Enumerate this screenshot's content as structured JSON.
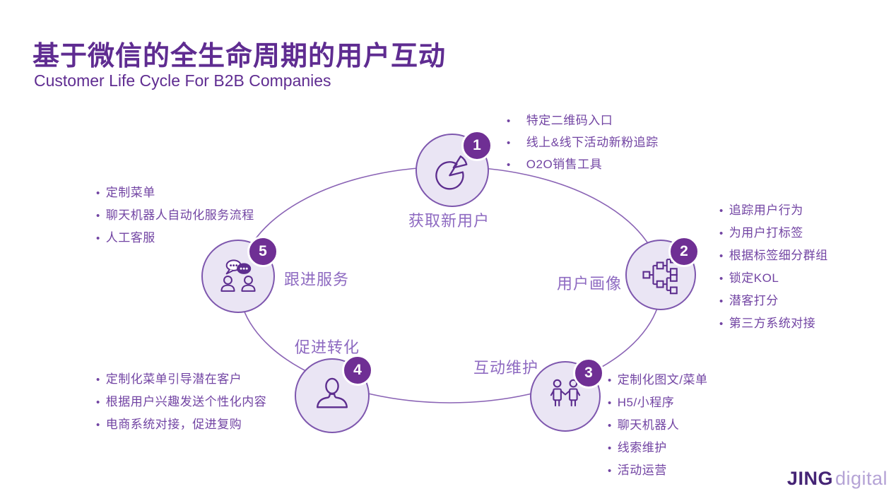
{
  "title": "基于微信的全生命周期的用户互动",
  "subtitle": "Customer Life Cycle For B2B Companies",
  "logo": {
    "brand_bold": "JING",
    "brand_light": "digital"
  },
  "colors": {
    "accent_dark": "#5f2c91",
    "bullet_text": "#7244a3",
    "label_text": "#8e6ac1",
    "badge_fill": "#6f2f94",
    "circle_fill": "#eae5f4",
    "circle_stroke": "#7e57ae",
    "ellipse_line": "#8a63b5",
    "logo_dark": "#452475",
    "logo_light": "#b5a3d6"
  },
  "nodes": [
    {
      "number": "1",
      "label": "获取新用户",
      "icon": "pie-chart-icon",
      "bullets": [
        "特定二维码入口",
        "线上&线下活动新粉追踪",
        "O2O销售工具"
      ]
    },
    {
      "number": "2",
      "label": "用户画像",
      "icon": "org-chart-icon",
      "bullets": [
        "追踪用户行为",
        "为用户打标签",
        "根据标签细分群组",
        "锁定KOL",
        "潜客打分",
        "第三方系统对接"
      ]
    },
    {
      "number": "3",
      "label": "互动维护",
      "icon": "handshake-people-icon",
      "bullets": [
        "定制化图文/菜单",
        "H5/小程序",
        "聊天机器人",
        "线索维护",
        "活动运营"
      ]
    },
    {
      "number": "4",
      "label": "促进转化",
      "icon": "person-icon",
      "bullets": [
        "定制化菜单引导潜在客户",
        "根据用户兴趣发送个性化内容",
        "电商系统对接，促进复购"
      ]
    },
    {
      "number": "5",
      "label": "跟进服务",
      "icon": "chat-people-icon",
      "bullets": [
        "定制菜单",
        "聊天机器人自动化服务流程",
        "人工客服"
      ]
    }
  ]
}
